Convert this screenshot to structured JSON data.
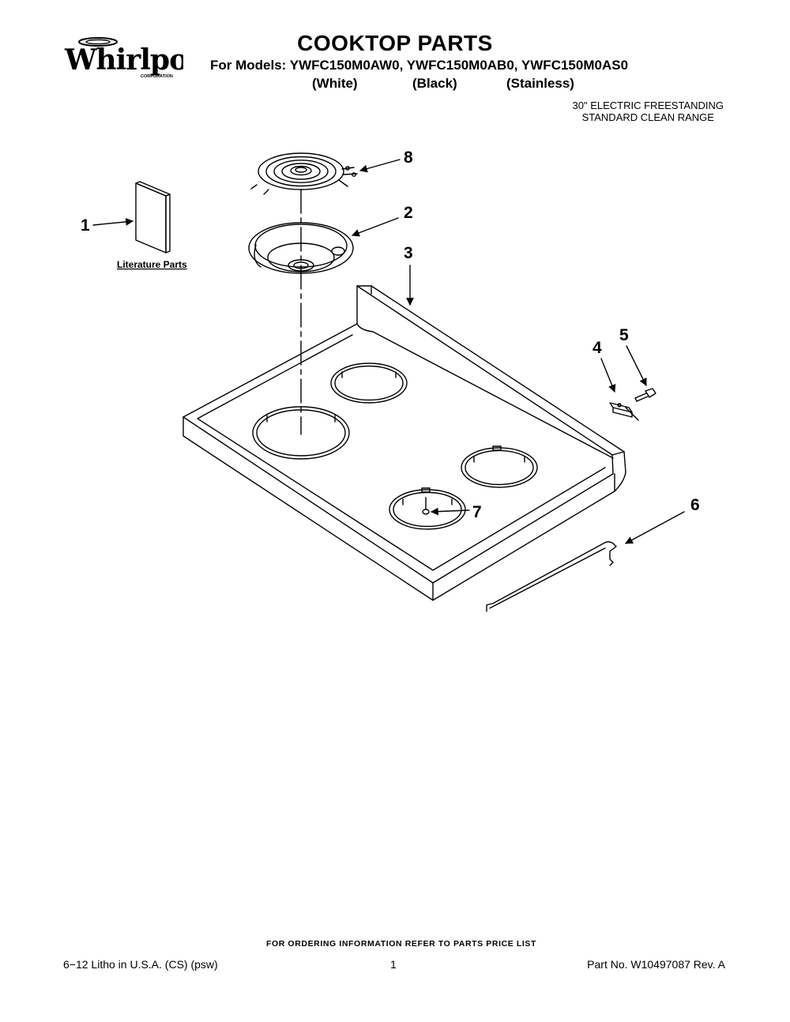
{
  "brand": {
    "name": "Whirlpool",
    "tagline": "CORPORATION"
  },
  "header": {
    "title": "COOKTOP PARTS",
    "models_line": "For Models: YWFC150M0AW0, YWFC150M0AB0, YWFC150M0AS0",
    "colors": [
      "(White)",
      "(Black)",
      "(Stainless)"
    ],
    "range_type": [
      "30\" ELECTRIC FREESTANDING",
      "STANDARD CLEAN RANGE"
    ]
  },
  "diagram": {
    "callouts": [
      "1",
      "2",
      "3",
      "4",
      "5",
      "6",
      "7",
      "8"
    ],
    "literature_label": "Literature Parts"
  },
  "footer": {
    "ordering_note": "FOR ORDERING INFORMATION REFER TO PARTS PRICE LIST",
    "litho": "6−12 Litho in U.S.A. (CS) (psw)",
    "page_number": "1",
    "part_number": "Part No. W10497087 Rev. A"
  }
}
